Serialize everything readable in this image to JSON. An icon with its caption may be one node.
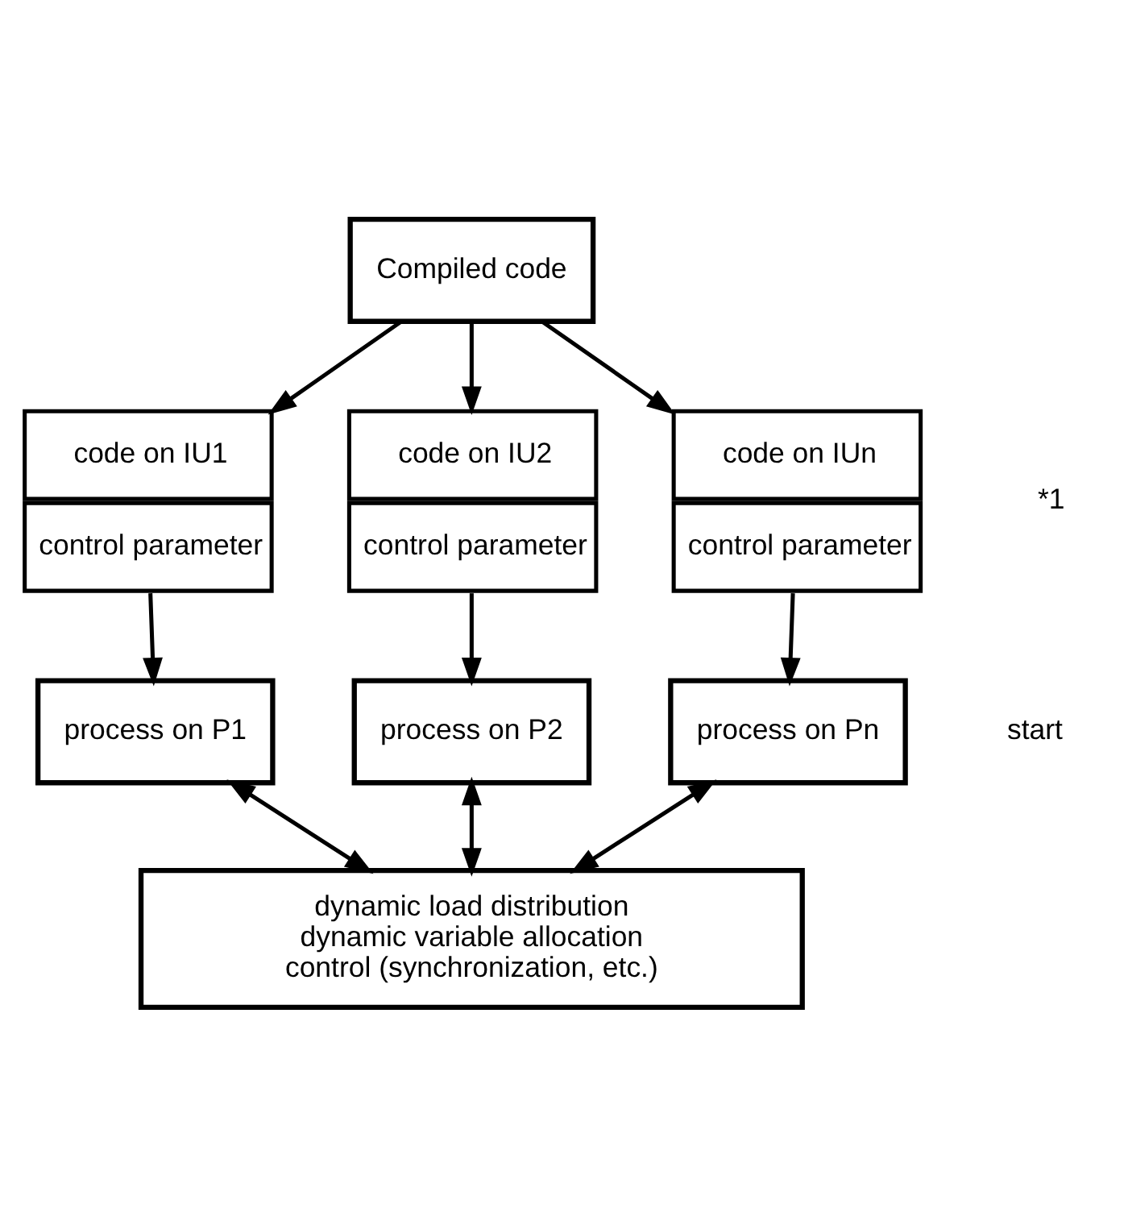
{
  "diagram": {
    "nodes": [
      {
        "text": [
          "Compiled code"
        ]
      },
      {
        "text": [
          "code on IU1",
          "control parameter"
        ]
      },
      {
        "text": [
          "code on IU2",
          "control parameter"
        ]
      },
      {
        "text": [
          "code on IUn",
          "control parameter"
        ]
      },
      {
        "text": [
          "process on P1"
        ]
      },
      {
        "text": [
          "process on P2"
        ]
      },
      {
        "text": [
          "process on Pn"
        ]
      },
      {
        "text": [
          "dynamic load distribution",
          "dynamic variable allocation",
          "control (synchronization, etc.)"
        ]
      }
    ],
    "edges": [
      {
        "from": 0,
        "to": 1,
        "arrow": "to"
      },
      {
        "from": 0,
        "to": 2,
        "arrow": "to"
      },
      {
        "from": 0,
        "to": 3,
        "arrow": "to"
      },
      {
        "from": 1,
        "to": 4,
        "arrow": "to"
      },
      {
        "from": 2,
        "to": 5,
        "arrow": "to"
      },
      {
        "from": 3,
        "to": 6,
        "arrow": "to"
      },
      {
        "from": 4,
        "to": 7,
        "arrow": "both"
      },
      {
        "from": 5,
        "to": 7,
        "arrow": "both"
      },
      {
        "from": 6,
        "to": 7,
        "arrow": "both"
      }
    ],
    "labels": [
      "*1",
      "start"
    ]
  }
}
